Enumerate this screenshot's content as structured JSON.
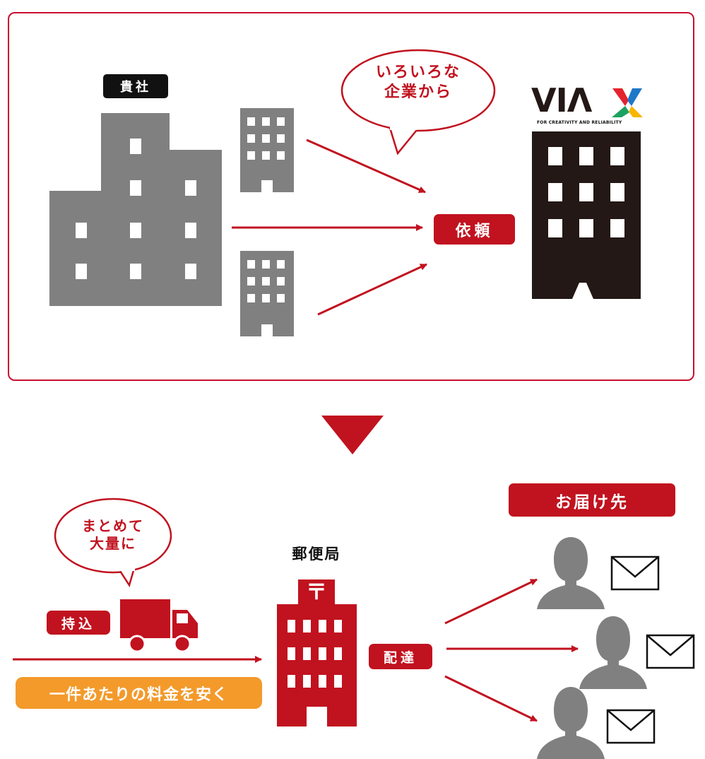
{
  "top": {
    "your_company_label": "貴社",
    "various_bubble": [
      "いろいろな",
      "企業から"
    ],
    "request_label": "依頼",
    "viax": {
      "logo_letters": "VIΛ",
      "tagline": "FOR CREATIVITY AND RELIABILITY",
      "x_colors": [
        "#e4232e",
        "#f7b500",
        "#1aa260",
        "#1e78c8"
      ]
    }
  },
  "bottom": {
    "bulk_bubble": [
      "まとめて",
      "大量に"
    ],
    "bring_in_label": "持込",
    "cheaper_label": "一件あたりの料金を安く",
    "post_office_label": "郵便局",
    "post_mark": "〒",
    "delivery_label": "配達",
    "destination_label": "お届け先"
  },
  "colors": {
    "accent_red": "#c1121f",
    "building_gray": "#808080",
    "viax_building": "#231815",
    "orange": "#f39a2b"
  }
}
